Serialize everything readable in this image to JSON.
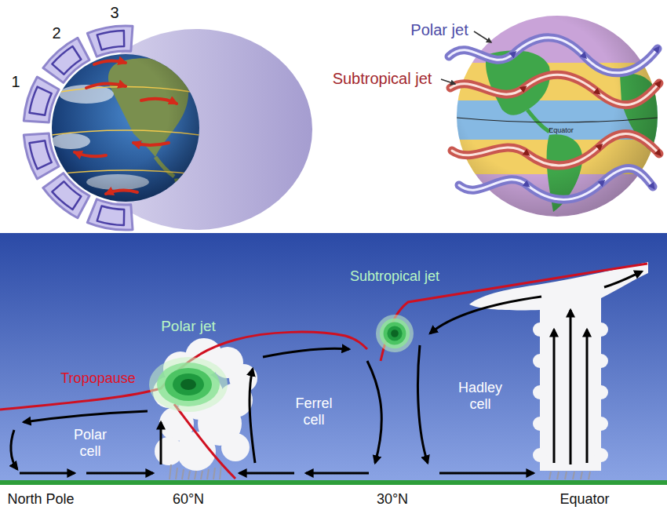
{
  "diagram": {
    "nodes": [
      {
        "text": [
          "Polar jet"
        ]
      },
      {
        "text": [
          "Subtropical jet"
        ]
      }
    ],
    "labels": [
      "1",
      "2",
      "3",
      "Polar jet",
      "Subtropical jet",
      "Equator",
      "Tropopause",
      "Polar cell",
      "Ferrel cell",
      "Hadley cell",
      "North Pole",
      "60°N",
      "30°N",
      "Equator"
    ]
  }
}
